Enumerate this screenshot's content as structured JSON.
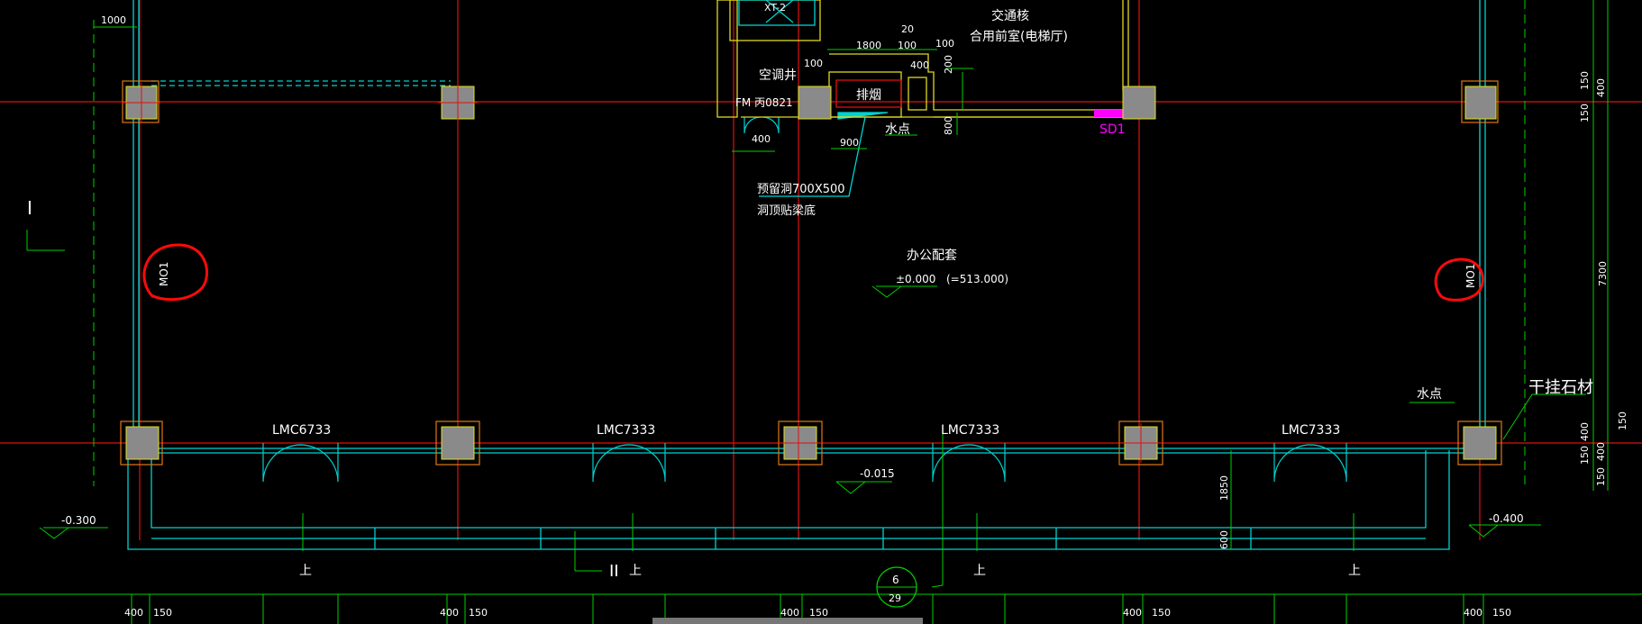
{
  "colors": {
    "background": "#000000",
    "axis": "#e01010",
    "wall": "#00d2d2",
    "column_fill": "#8a8a8a",
    "column_edge": "#e0e020",
    "column_outer": "#e07810",
    "dim": "#00e000",
    "text": "#ffffff",
    "magenta": "#ff00ff",
    "highlight": "#ff0a0a"
  },
  "labels": {
    "dim_1000": "1000",
    "xt2": "XT-2",
    "jiaotonghe": "交通核",
    "helobby": "合用前室(电梯厅)",
    "d20": "20",
    "d1800": "1800",
    "d100a": "100",
    "d100b": "100",
    "d100c": "100",
    "d400a": "400",
    "kongtiaojing": "空调井",
    "d200": "200",
    "paiyan": "排烟",
    "fm": "FM 丙0821",
    "d400b": "400",
    "d900": "900",
    "shuidian_top": "水点",
    "d800": "800",
    "sd1": "SD1",
    "yuliudong": "预留洞700X500",
    "dongding": "洞顶贴梁底",
    "bangong": "办公配套",
    "elev": "±0.000",
    "elev_abs": "(=513.000)",
    "mo1_left": "MO1",
    "mo1_right": "MO1",
    "roman1": "I",
    "shuidian_right": "水点",
    "ganguashicai": "干挂石材",
    "lmc_1": "LMC6733",
    "lmc_2": "LMC7333",
    "lmc_3": "LMC7333",
    "lmc_4": "LMC7333",
    "lev_m0015": "-0.015",
    "lev_m0300": "-0.300",
    "lev_m0400": "-0.400",
    "d1850": "1850",
    "d600": "600",
    "shang1": "上",
    "shang2": "上",
    "shang3": "上",
    "shang4": "上",
    "roman2": "II",
    "detail_num": "6",
    "detail_sheet": "29",
    "r150a": "150",
    "r400a": "400",
    "r150b": "150",
    "r7300": "7300",
    "r400b": "400",
    "r150c": "150",
    "r400c": "400",
    "r150d": "150",
    "r150e": "150",
    "b400a": "400",
    "b150a": "150",
    "b400b": "400",
    "b150b": "150",
    "b400c": "400",
    "b150c": "150",
    "b400d": "400",
    "b150d": "150",
    "b400e": "400",
    "b150e": "150"
  }
}
